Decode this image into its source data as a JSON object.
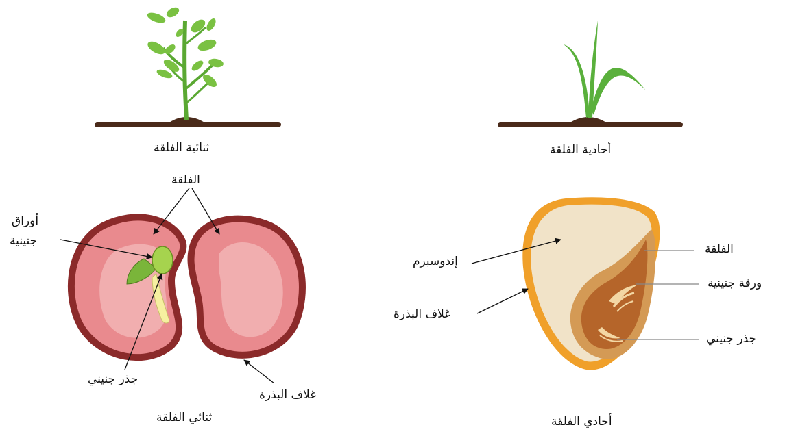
{
  "colors": {
    "background": "#ffffff",
    "soil": "#4a2a1a",
    "leaf_green": "#7ac142",
    "stem_green": "#5aa832",
    "monocot_leaf": "#5ab03c",
    "bean_coat": "#8b2a2a",
    "bean_flesh": "#e98a8e",
    "bean_highlight": "#f3b6b8",
    "embryo_leaf": "#8cc63f",
    "radicle": "#f6f0a0",
    "seed_coat_corn": "#f0a02a",
    "endosperm": "#f1e3c8",
    "cotyledon_corn": "#d49a55",
    "embryo_corn": "#b5652a"
  },
  "captions": {
    "dicot_plant": "ثنائية الفلقة",
    "monocot_plant": "أحادية الفلقة",
    "dicot_seed": "ثنائي الفلقة",
    "monocot_seed": "أحادي الفلقة"
  },
  "dicot_labels": {
    "cotyledon": "الفلقة",
    "embryonic_leaves_line1": "أوراق",
    "embryonic_leaves_line2": "جنينية",
    "radicle": "جذر جنيني",
    "seed_coat": "غلاف البذرة"
  },
  "monocot_labels": {
    "cotyledon": "الفلقة",
    "endosperm": "إندوسبرم",
    "embryonic_leaf": "ورقة جنينية",
    "seed_coat": "غلاف البذرة",
    "radicle": "جذر جنيني"
  }
}
